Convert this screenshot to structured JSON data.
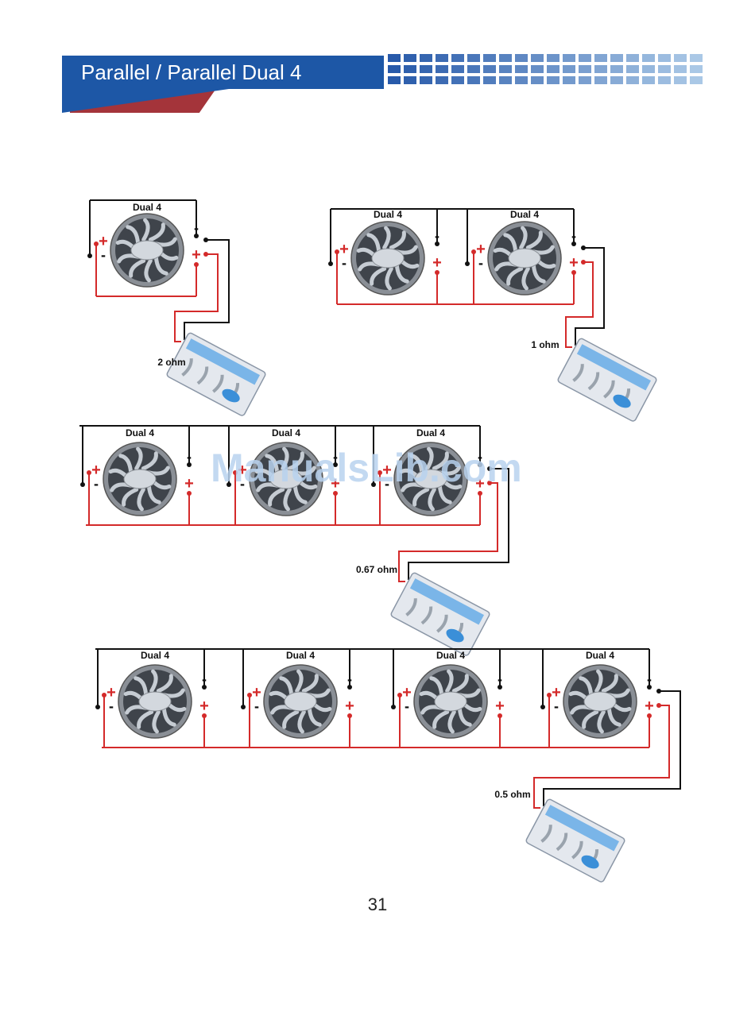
{
  "header": {
    "title": "Parallel / Parallel Dual 4"
  },
  "watermark": "ManualsLib.com",
  "page_number": "31",
  "speaker_label": "Dual 4",
  "symbols": {
    "plus": "+",
    "minus": "-"
  },
  "diagrams": [
    {
      "impedance": "2 ohm",
      "speaker_count": 1
    },
    {
      "impedance": "1 ohm",
      "speaker_count": 2
    },
    {
      "impedance": "0.67 ohm",
      "speaker_count": 3
    },
    {
      "impedance": "0.5 ohm",
      "speaker_count": 4
    }
  ],
  "colors": {
    "header_blue": "#1d57a6",
    "header_red": "#a4343a",
    "wire_red": "#d42a2a",
    "wire_black": "#111111"
  }
}
